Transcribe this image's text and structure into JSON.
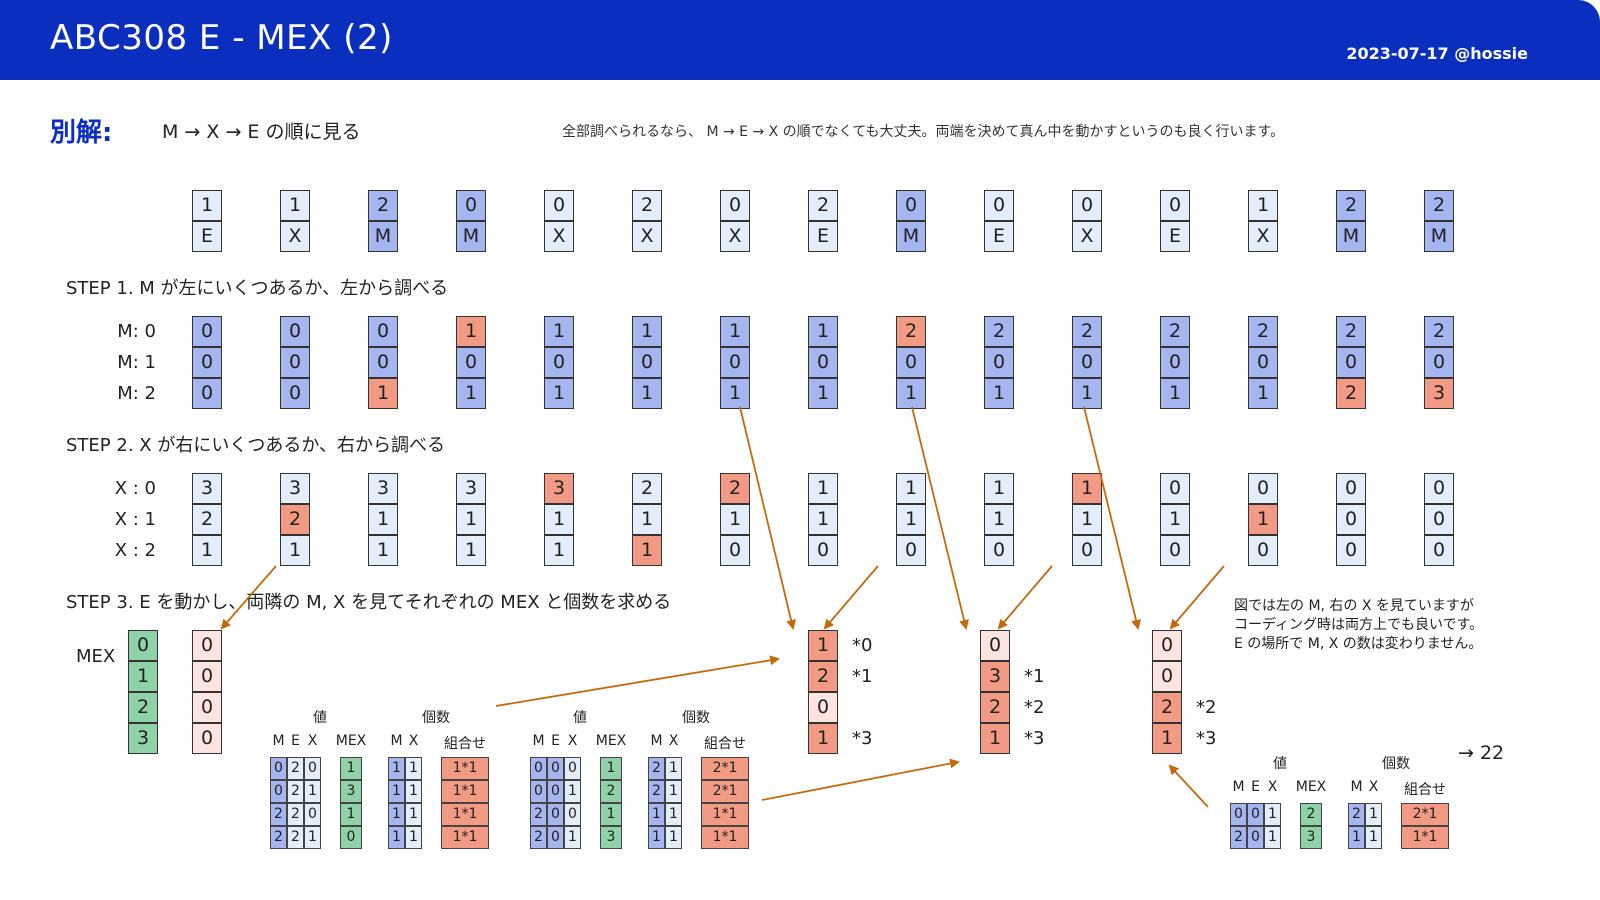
{
  "header": {
    "title": "ABC308 E - MEX (2)",
    "date": "2023-07-17 @hossie"
  },
  "alt": {
    "label": "別解:",
    "text": "M → X → E の順に見る",
    "note": "全部調べられるなら、 M → E → X の順でなくても大丈夫。両端を決めて真ん中を動かすというのも良く行います。"
  },
  "colors": {
    "header": "#0a2fbf",
    "blue": "#a4b5f0",
    "lightblue": "#e4edfa",
    "red": "#f39a84",
    "pink": "#fde4e0",
    "green": "#8fd2a8"
  },
  "sequence": {
    "A": [
      "1",
      "1",
      "2",
      "0",
      "0",
      "2",
      "0",
      "2",
      "0",
      "0",
      "0",
      "0",
      "1",
      "2",
      "2"
    ],
    "S": [
      "E",
      "X",
      "M",
      "M",
      "X",
      "X",
      "X",
      "E",
      "M",
      "E",
      "X",
      "E",
      "X",
      "M",
      "M"
    ]
  },
  "step1": {
    "title": "STEP 1. M が左にいくつあるか、左から調べる",
    "row_labels": [
      "M: 0",
      "M: 1",
      "M: 2"
    ],
    "rows": [
      [
        "0",
        "0",
        "0",
        "1",
        "1",
        "1",
        "1",
        "1",
        "2",
        "2",
        "2",
        "2",
        "2",
        "2",
        "2"
      ],
      [
        "0",
        "0",
        "0",
        "0",
        "0",
        "0",
        "0",
        "0",
        "0",
        "0",
        "0",
        "0",
        "0",
        "0",
        "0"
      ],
      [
        "0",
        "0",
        "1",
        "1",
        "1",
        "1",
        "1",
        "1",
        "1",
        "1",
        "1",
        "1",
        "1",
        "2",
        "3"
      ]
    ]
  },
  "step2": {
    "title": "STEP 2. X が右にいくつあるか、右から調べる",
    "row_labels": [
      "X : 0",
      "X : 1",
      "X : 2"
    ],
    "rows": [
      [
        "3",
        "3",
        "3",
        "3",
        "3",
        "2",
        "2",
        "1",
        "1",
        "1",
        "1",
        "0",
        "0",
        "0",
        "0"
      ],
      [
        "2",
        "2",
        "1",
        "1",
        "1",
        "1",
        "1",
        "1",
        "1",
        "1",
        "1",
        "1",
        "1",
        "0",
        "0"
      ],
      [
        "1",
        "1",
        "1",
        "1",
        "1",
        "1",
        "0",
        "0",
        "0",
        "0",
        "0",
        "0",
        "0",
        "0",
        "0"
      ]
    ]
  },
  "step3": {
    "title": "STEP 3. E を動かし、両隣の M, X を見てそれぞれの MEX と個数を求める",
    "mex_label": "MEX",
    "mex_values": [
      "0",
      "1",
      "2",
      "3"
    ],
    "initial_counts": [
      "0",
      "0",
      "0",
      "0"
    ],
    "result_cols": [
      {
        "values": [
          "1",
          "2",
          "0",
          "1"
        ],
        "stars": [
          "*0",
          "*1",
          "",
          "*3"
        ]
      },
      {
        "values": [
          "0",
          "3",
          "2",
          "1"
        ],
        "stars": [
          "",
          "*1",
          "*2",
          "*3"
        ]
      },
      {
        "values": [
          "0",
          "0",
          "2",
          "1"
        ],
        "stars": [
          "",
          "",
          "*2",
          "*3"
        ]
      }
    ],
    "result": "→ 22",
    "note_lines": [
      "図では左の M, 右の X を見ていますが",
      "コーディング時は両方上でも良いです。",
      "E の場所で M, X の数は変わりません。"
    ]
  },
  "tables": {
    "header_value": "値",
    "header_count": "個数",
    "col_headers": [
      "M",
      "E",
      "X",
      "MEX",
      "M",
      "X",
      "組合せ"
    ],
    "items": [
      {
        "rows": [
          [
            "0",
            "2",
            "0",
            "1",
            "1",
            "1",
            "1*1"
          ],
          [
            "0",
            "2",
            "1",
            "3",
            "1",
            "1",
            "1*1"
          ],
          [
            "2",
            "2",
            "0",
            "1",
            "1",
            "1",
            "1*1"
          ],
          [
            "2",
            "2",
            "1",
            "0",
            "1",
            "1",
            "1*1"
          ]
        ]
      },
      {
        "rows": [
          [
            "0",
            "0",
            "0",
            "1",
            "2",
            "1",
            "2*1"
          ],
          [
            "0",
            "0",
            "1",
            "2",
            "2",
            "1",
            "2*1"
          ],
          [
            "2",
            "0",
            "0",
            "1",
            "1",
            "1",
            "1*1"
          ],
          [
            "2",
            "0",
            "1",
            "3",
            "1",
            "1",
            "1*1"
          ]
        ]
      },
      {
        "rows": [
          [
            "0",
            "0",
            "1",
            "2",
            "2",
            "1",
            "2*1"
          ],
          [
            "2",
            "0",
            "1",
            "3",
            "1",
            "1",
            "1*1"
          ]
        ]
      }
    ]
  }
}
